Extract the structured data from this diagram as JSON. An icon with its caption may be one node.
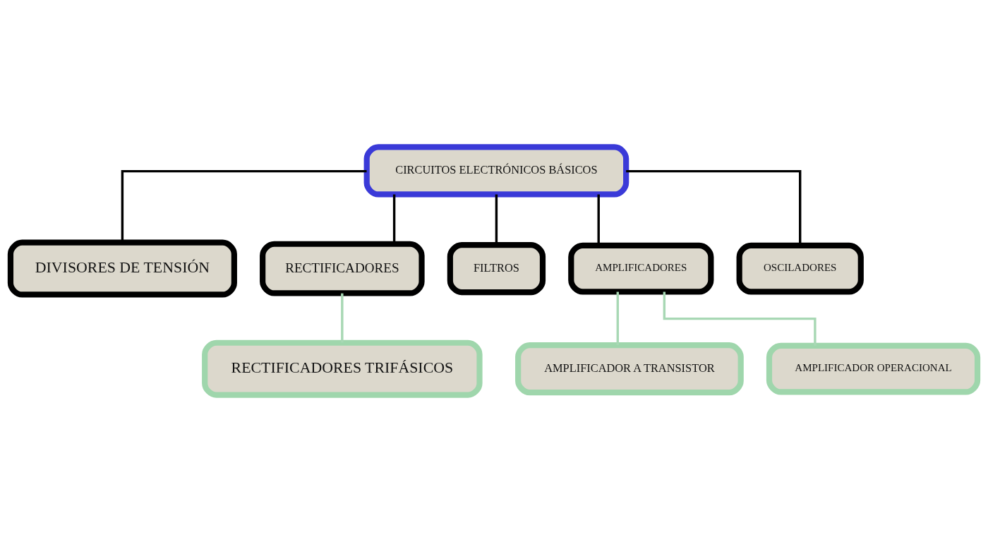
{
  "diagram": {
    "nodes": [
      {
        "text": [
          "CIRCUITOS ELECTRÓNICOS BÁSICOS"
        ]
      },
      {
        "text": [
          "DIVISORES DE TENSIÓN"
        ]
      },
      {
        "text": [
          "RECTIFICADORES"
        ]
      },
      {
        "text": [
          "FILTROS"
        ]
      },
      {
        "text": [
          "AMPLIFICADORES"
        ]
      },
      {
        "text": [
          "OSCILADORES"
        ]
      },
      {
        "text": [
          "RECTIFICADORES TRIFÁSICOS"
        ]
      },
      {
        "text": [
          "AMPLIFICADOR A TRANSISTOR"
        ]
      },
      {
        "text": [
          "AMPLIFICADOR OPERACIONAL"
        ]
      }
    ],
    "edges": [
      {
        "from": 0,
        "to": 1,
        "arrow": "none"
      },
      {
        "from": 0,
        "to": 2,
        "arrow": "none"
      },
      {
        "from": 0,
        "to": 3,
        "arrow": "none"
      },
      {
        "from": 0,
        "to": 4,
        "arrow": "none"
      },
      {
        "from": 0,
        "to": 5,
        "arrow": "none"
      },
      {
        "from": 2,
        "to": 6,
        "arrow": "none",
        "color": "#a8d8b4"
      },
      {
        "from": 4,
        "to": 7,
        "arrow": "none",
        "color": "#a8d8b4"
      },
      {
        "from": 4,
        "to": 8,
        "arrow": "none",
        "color": "#a8d8b4"
      }
    ]
  }
}
